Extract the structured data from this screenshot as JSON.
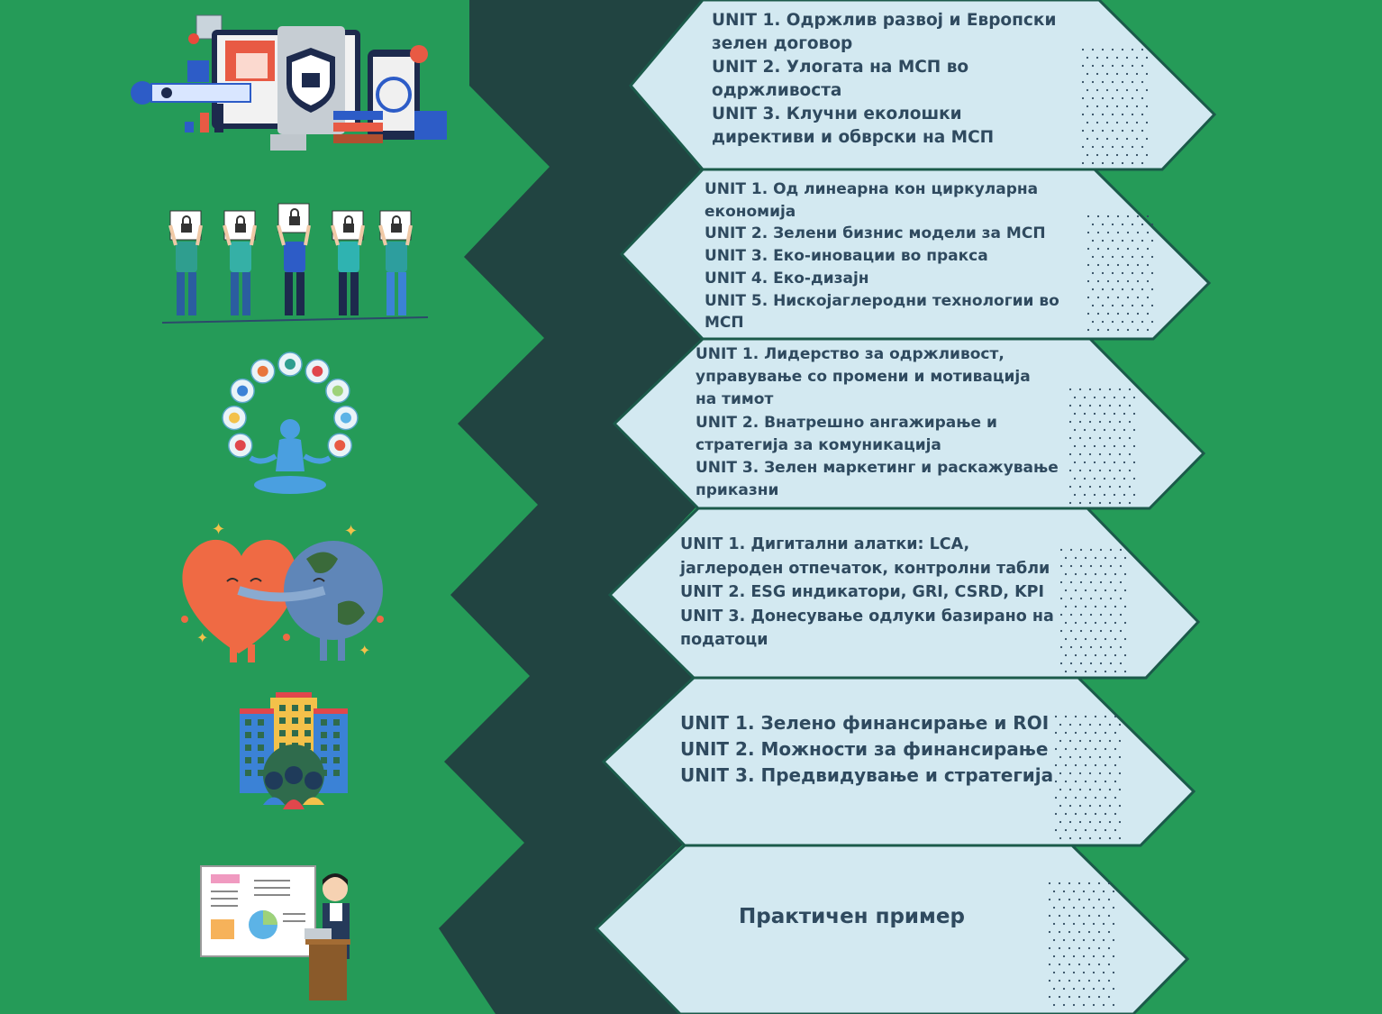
{
  "colors": {
    "background": "#259b58",
    "zigzag_dark": "#214441",
    "panel": "#d3e9f1",
    "panel_text": "#2f4a5f",
    "dot": "#2f4a5f"
  },
  "modules": [
    {
      "illustration": "digital-security-devices",
      "lines": [
        "UNIT 1. Одржлив развој и Европски",
        "зелен договор",
        "UNIT 2. Улогата на МСП во",
        "одржливоста",
        "UNIT 3. Клучни еколошки",
        "директиви и обврски на МСП"
      ]
    },
    {
      "illustration": "people-holding-lock-signs",
      "lines": [
        "UNIT 1. Од линеарна кон циркуларна",
        "економија",
        "UNIT 2. Зелени бизнис модели за МСП",
        "UNIT 3. Еко-иновации во пракса",
        "UNIT 4. Еко-дизајн",
        "UNIT 5. Нискојаглеродни технологии во",
        "МСП"
      ]
    },
    {
      "illustration": "meditating-person-with-icons",
      "lines": [
        "UNIT 1. Лидерство за одржливост,",
        "управување со промени и мотивација",
        "на тимот",
        "UNIT 2. Внатрешно ангажирање и",
        "стратегија за комуникација",
        "UNIT 3. Зелен маркетинг и раскажување",
        "приказни"
      ]
    },
    {
      "illustration": "heart-hugging-earth",
      "lines": [
        "UNIT 1. Дигитални алатки: LCA,",
        "јаглероден отпечаток, контролни табли",
        "UNIT 2. ESG индикатори, GRI, CSRD, KPI",
        "UNIT 3. Донесување одлуки базирано на",
        "податоци"
      ]
    },
    {
      "illustration": "buildings-with-community",
      "lines": [
        "UNIT 1. Зелено финансирање и ROI",
        "UNIT 2. Можности за финансирање",
        "UNIT 3. Предвидување и стратегија"
      ]
    },
    {
      "illustration": "presenter-with-whiteboard",
      "lines": [
        "Практичен пример"
      ]
    }
  ]
}
